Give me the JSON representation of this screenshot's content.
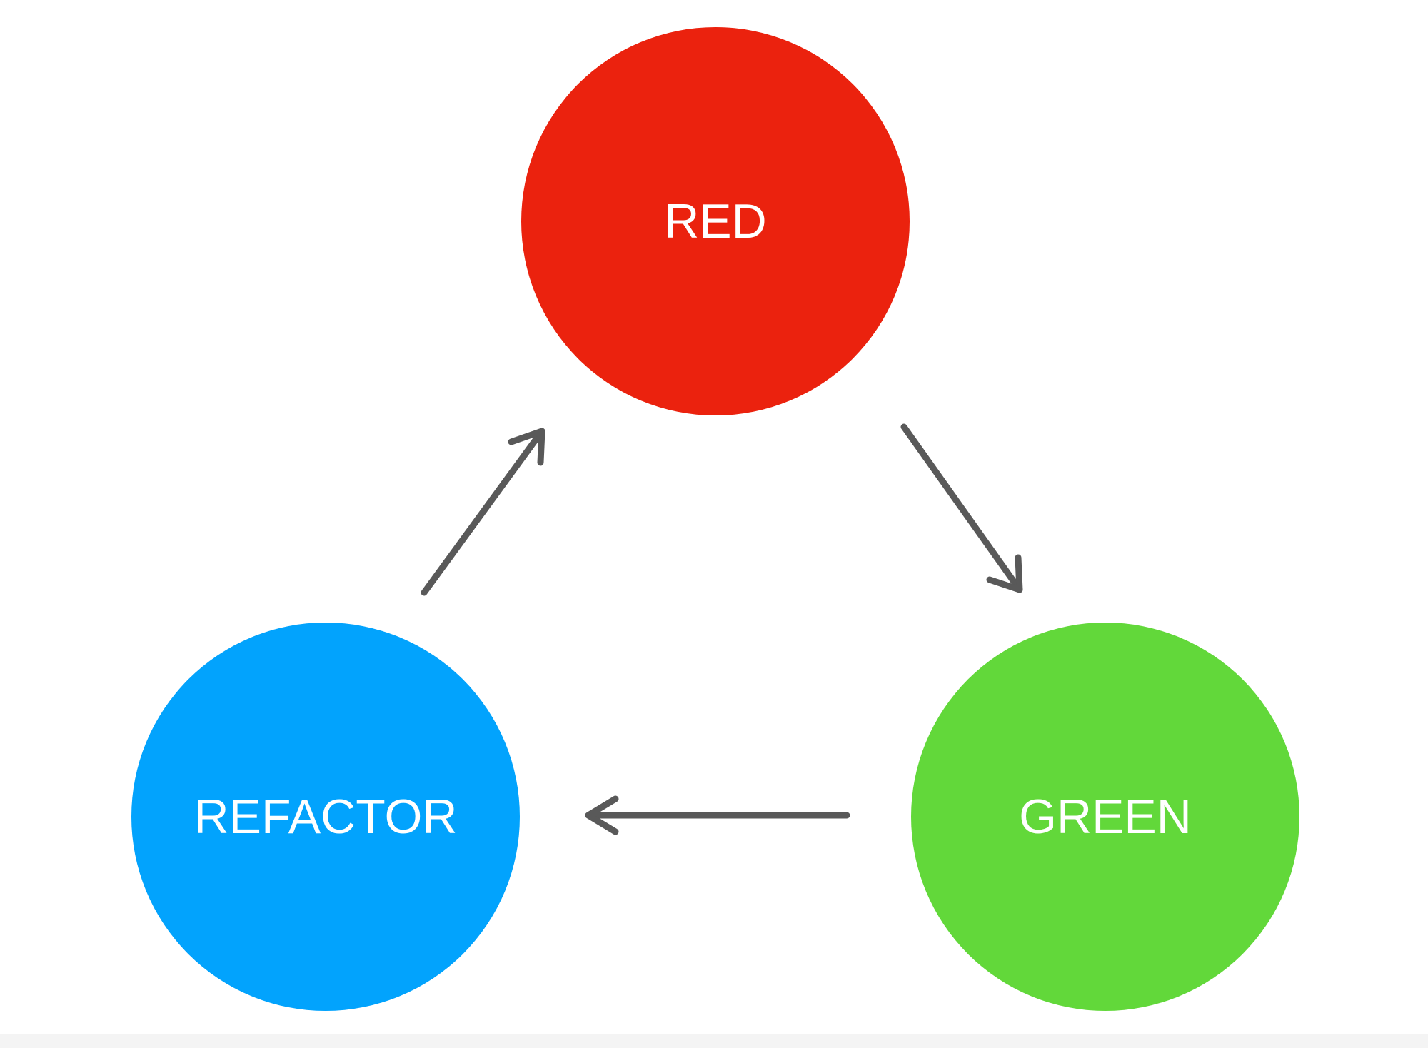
{
  "diagram": {
    "nodes": [
      {
        "id": "red",
        "label": "RED",
        "color": "#eb220e"
      },
      {
        "id": "green",
        "label": "GREEN",
        "color": "#62d83a"
      },
      {
        "id": "refactor",
        "label": "REFACTOR",
        "color": "#02a3fd"
      }
    ],
    "edges": [
      {
        "from": "red",
        "to": "green"
      },
      {
        "from": "green",
        "to": "refactor"
      },
      {
        "from": "refactor",
        "to": "red"
      }
    ],
    "arrow_color": "#595959"
  }
}
